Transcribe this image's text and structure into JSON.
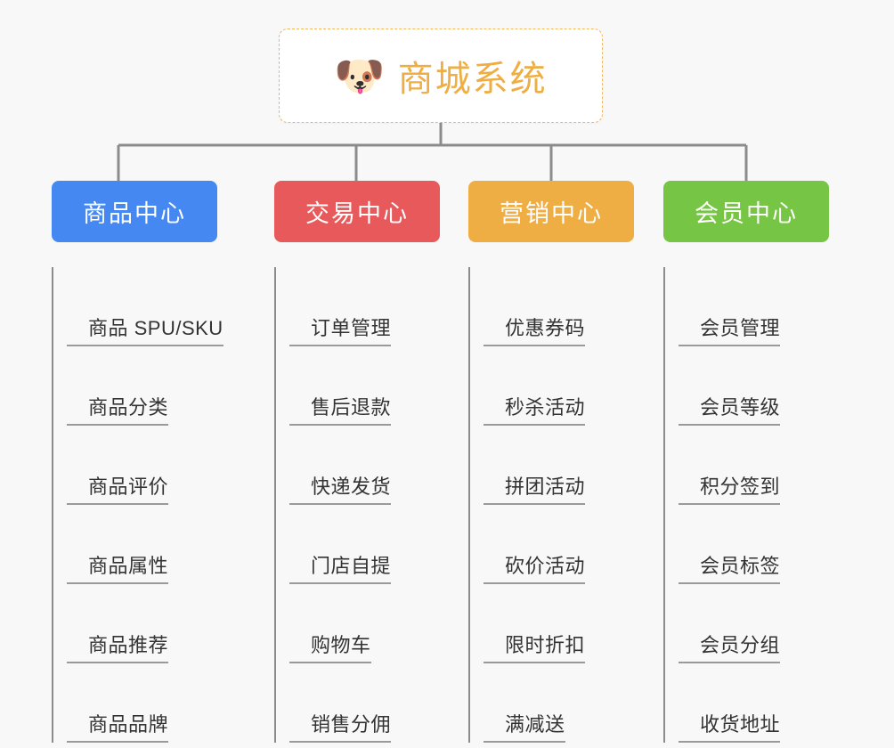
{
  "page": {
    "background_color": "#f8f8f8",
    "type": "mindmap"
  },
  "root": {
    "icon": "dog-face-emoji",
    "icon_glyph": "🐶",
    "title": "商城系统",
    "text_color": "#efae44",
    "border_color": "#f0b75b",
    "background_color": "#ffffff"
  },
  "connector": {
    "color": "#8c8c8c"
  },
  "branches": [
    {
      "label": "商品中心",
      "color": "#4688f1",
      "items": [
        "商品 SPU/SKU",
        "商品分类",
        "商品评价",
        "商品属性",
        "商品推荐",
        "商品品牌"
      ]
    },
    {
      "label": "交易中心",
      "color": "#e8595b",
      "items": [
        "订单管理",
        "售后退款",
        "快递发货",
        "门店自提",
        "购物车",
        "销售分佣"
      ]
    },
    {
      "label": "营销中心",
      "color": "#efae44",
      "items": [
        "优惠券码",
        "秒杀活动",
        "拼团活动",
        "砍价活动",
        "限时折扣",
        "满减送"
      ]
    },
    {
      "label": "会员中心",
      "color": "#77c544",
      "items": [
        "会员管理",
        "会员等级",
        "积分签到",
        "会员标签",
        "会员分组",
        "收货地址"
      ]
    }
  ]
}
